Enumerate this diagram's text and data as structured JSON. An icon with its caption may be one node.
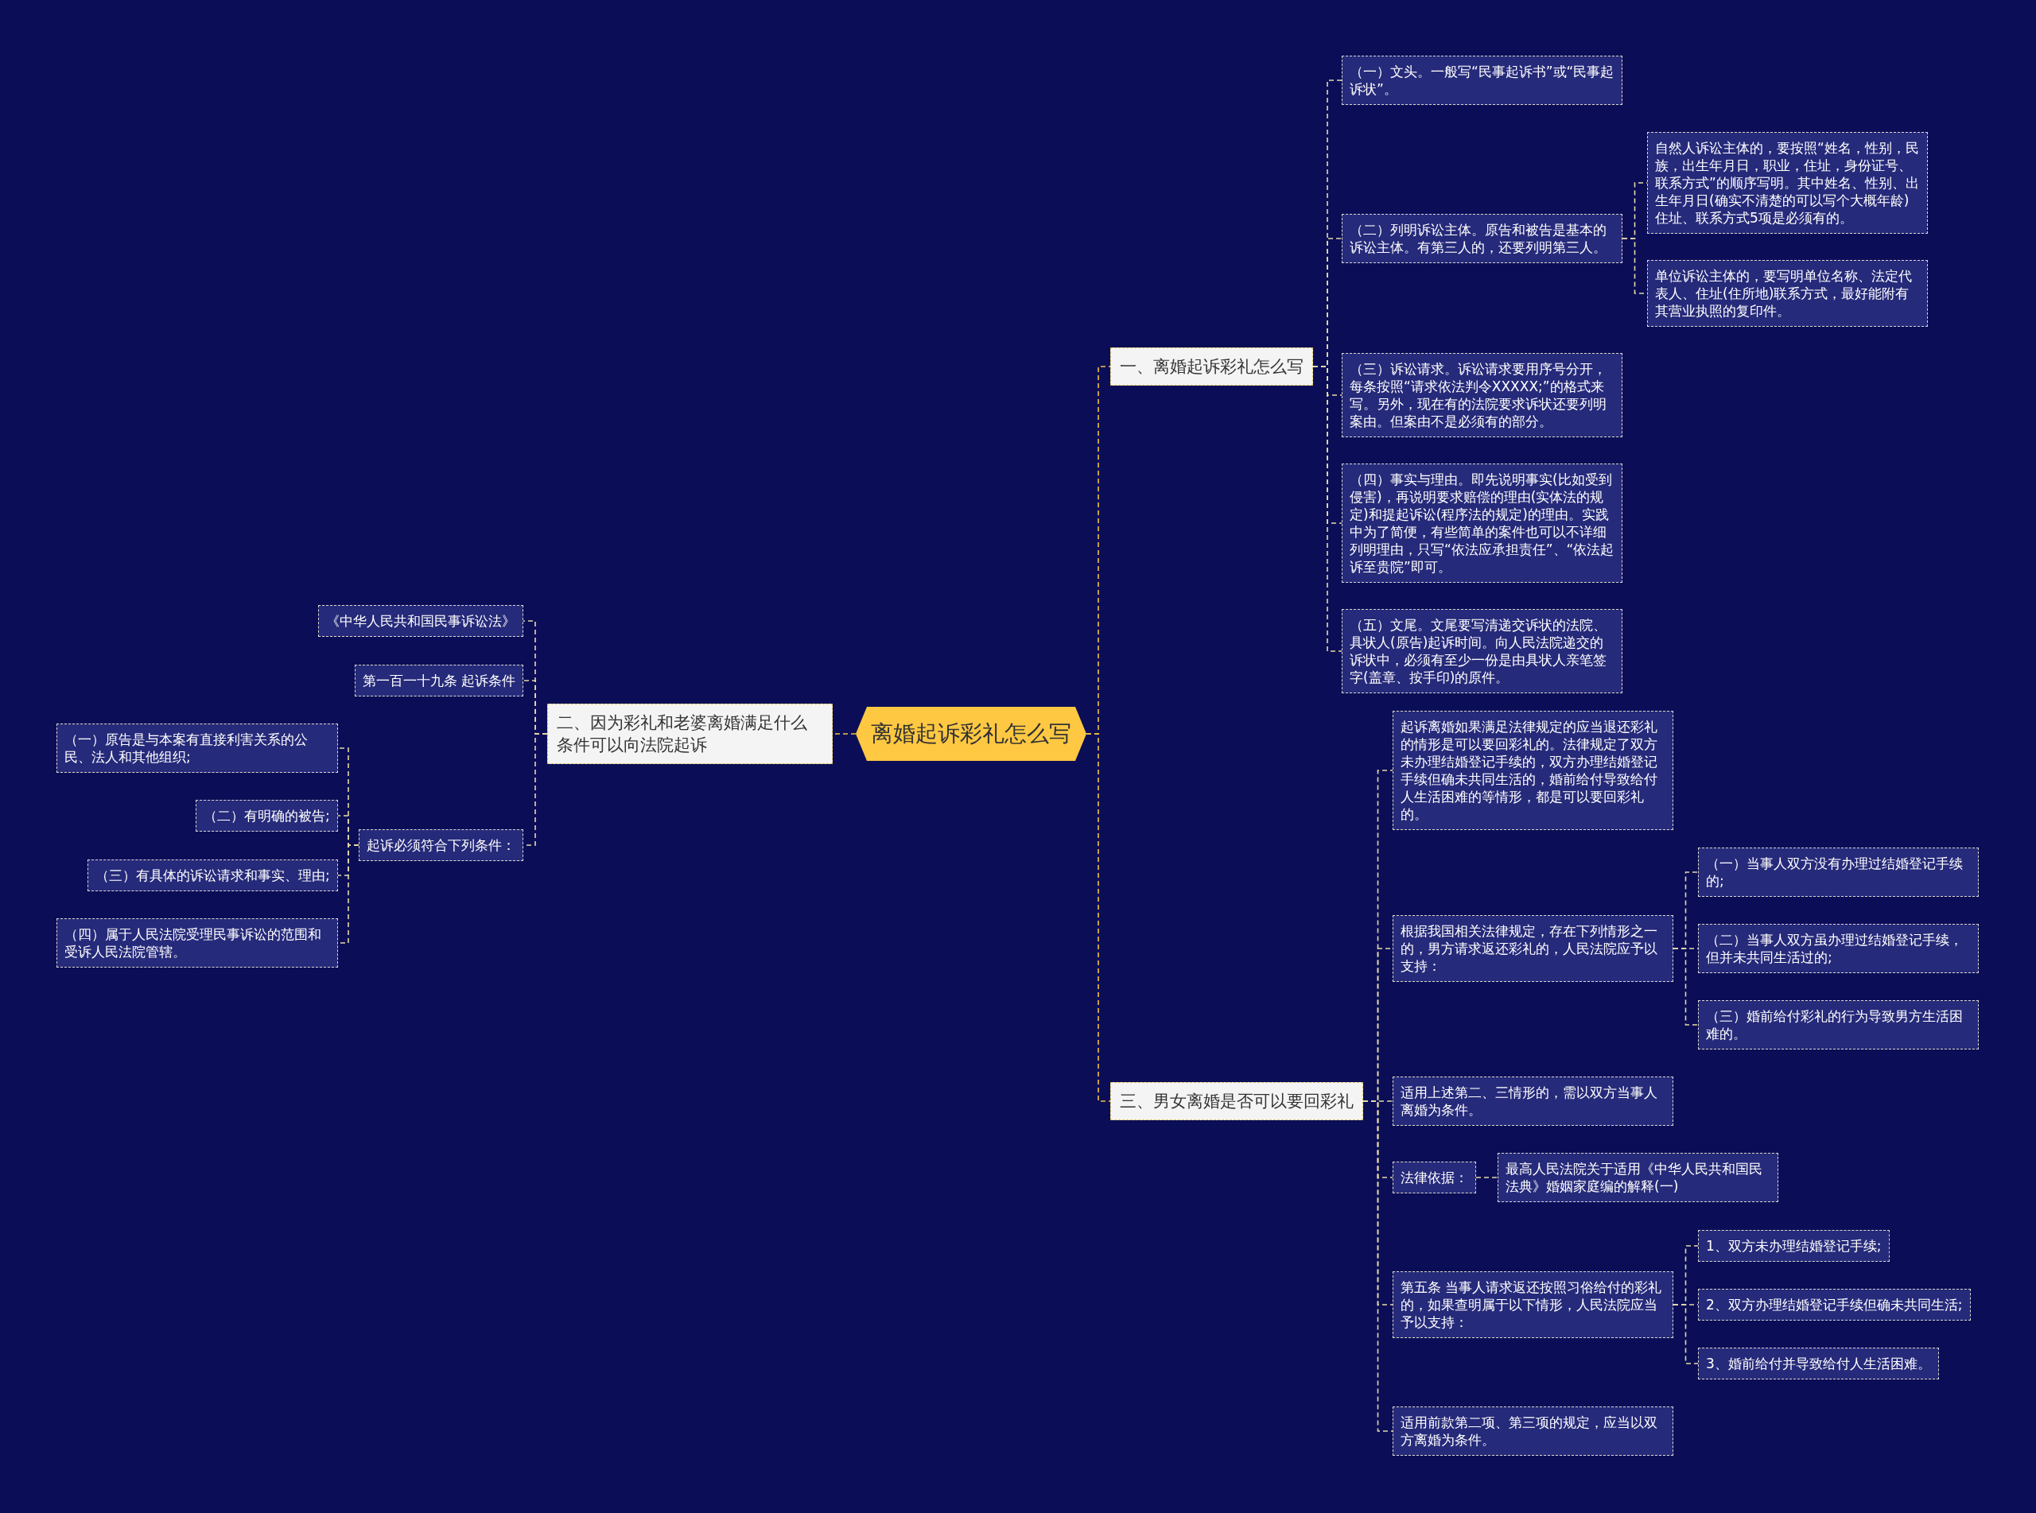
{
  "diagram": {
    "nodes": [
      {
        "text": [
          "离婚起诉彩礼怎么写"
        ]
      },
      {
        "text": [
          "一、离婚起诉彩礼怎么写"
        ]
      },
      {
        "text": [
          "（一）文头。一般写“民事起诉书”或“民事起诉状”。"
        ]
      },
      {
        "text": [
          "（二）列明诉讼主体。原告和被告是基本的诉讼主体。有第三人的，还要列明第三人。"
        ]
      },
      {
        "text": [
          "自然人诉讼主体的，要按照“姓名，性别，民族，出生年月日，职业，住址，身份证号、联系方式”的顺序写明。其中姓名、性别、出生年月日(确实不清楚的可以写个大概年龄)住址、联系方式5项是必须有的。"
        ]
      },
      {
        "text": [
          "单位诉讼主体的，要写明单位名称、法定代表人、住址(住所地)联系方式，最好能附有其营业执照的复印件。"
        ]
      },
      {
        "text": [
          "（三）诉讼请求。诉讼请求要用序号分开，每条按照“请求依法判令XXXXX;”的格式来写。另外，现在有的法院要求诉状还要列明案由。但案由不是必须有的部分。"
        ]
      },
      {
        "text": [
          "（四）事实与理由。即先说明事实(比如受到侵害)，再说明要求赔偿的理由(实体法的规定)和提起诉讼(程序法的规定)的理由。实践中为了简便，有些简单的案件也可以不详细列明理由，只写“依法应承担责任”、“依法起诉至贵院”即可。"
        ]
      },
      {
        "text": [
          "（五）文尾。文尾要写清递交诉状的法院、具状人(原告)起诉时间。向人民法院递交的诉状中，必须有至少一份是由具状人亲笔签字(盖章、按手印)的原件。"
        ]
      },
      {
        "text": [
          "二、因为彩礼和老婆离婚满足什么条件可以向法院起诉"
        ]
      },
      {
        "text": [
          "《中华人民共和国民事诉讼法》"
        ]
      },
      {
        "text": [
          "第一百一十九条 起诉条件"
        ]
      },
      {
        "text": [
          "起诉必须符合下列条件："
        ]
      },
      {
        "text": [
          "（一）原告是与本案有直接利害关系的公民、法人和其他组织;"
        ]
      },
      {
        "text": [
          "（二）有明确的被告;"
        ]
      },
      {
        "text": [
          "（三）有具体的诉讼请求和事实、理由;"
        ]
      },
      {
        "text": [
          "（四）属于人民法院受理民事诉讼的范围和受诉人民法院管辖。"
        ]
      },
      {
        "text": [
          "三、男女离婚是否可以要回彩礼"
        ]
      },
      {
        "text": [
          "起诉离婚如果满足法律规定的应当退还彩礼的情形是可以要回彩礼的。法律规定了双方未办理结婚登记手续的，双方办理结婚登记手续但确未共同生活的，婚前给付导致给付人生活困难的等情形，都是可以要回彩礼的。"
        ]
      },
      {
        "text": [
          "根据我国相关法律规定，存在下列情形之一的，男方请求返还彩礼的，人民法院应予以支持："
        ]
      },
      {
        "text": [
          "（一）当事人双方没有办理过结婚登记手续的;"
        ]
      },
      {
        "text": [
          "（二）当事人双方虽办理过结婚登记手续，但并未共同生活过的;"
        ]
      },
      {
        "text": [
          "（三）婚前给付彩礼的行为导致男方生活困难的。"
        ]
      },
      {
        "text": [
          "适用上述第二、三情形的，需以双方当事人离婚为条件。"
        ]
      },
      {
        "text": [
          "法律依据："
        ]
      },
      {
        "text": [
          "最高人民法院关于适用《中华人民共和国民法典》婚姻家庭编的解释(一)"
        ]
      },
      {
        "text": [
          "第五条 当事人请求返还按照习俗给付的彩礼的，如果查明属于以下情形，人民法院应当予以支持："
        ]
      },
      {
        "text": [
          "1、双方未办理结婚登记手续;"
        ]
      },
      {
        "text": [
          "2、双方办理结婚登记手续但确未共同生活;"
        ]
      },
      {
        "text": [
          "3、婚前给付并导致给付人生活困难。"
        ]
      },
      {
        "text": [
          "适用前款第二项、第三项的规定，应当以双方离婚为条件。"
        ]
      }
    ],
    "edges": [
      {
        "from": 0,
        "to": 1,
        "arrow": "none",
        "color": "#f5c242"
      },
      {
        "from": 1,
        "to": 2,
        "arrow": "none"
      },
      {
        "from": 1,
        "to": 3,
        "arrow": "none"
      },
      {
        "from": 3,
        "to": 4,
        "arrow": "none"
      },
      {
        "from": 3,
        "to": 5,
        "arrow": "none"
      },
      {
        "from": 1,
        "to": 6,
        "arrow": "none"
      },
      {
        "from": 1,
        "to": 7,
        "arrow": "none"
      },
      {
        "from": 1,
        "to": 8,
        "arrow": "none"
      },
      {
        "from": 0,
        "to": 9,
        "arrow": "none",
        "color": "#f5c242"
      },
      {
        "from": 9,
        "to": 10,
        "arrow": "none"
      },
      {
        "from": 9,
        "to": 11,
        "arrow": "none"
      },
      {
        "from": 9,
        "to": 12,
        "arrow": "none"
      },
      {
        "from": 12,
        "to": 13,
        "arrow": "none"
      },
      {
        "from": 12,
        "to": 14,
        "arrow": "none"
      },
      {
        "from": 12,
        "to": 15,
        "arrow": "none"
      },
      {
        "from": 12,
        "to": 16,
        "arrow": "none"
      },
      {
        "from": 0,
        "to": 17,
        "arrow": "none",
        "color": "#f5c242"
      },
      {
        "from": 17,
        "to": 18,
        "arrow": "none"
      },
      {
        "from": 17,
        "to": 19,
        "arrow": "none"
      },
      {
        "from": 19,
        "to": 20,
        "arrow": "none"
      },
      {
        "from": 19,
        "to": 21,
        "arrow": "none"
      },
      {
        "from": 19,
        "to": 22,
        "arrow": "none"
      },
      {
        "from": 17,
        "to": 23,
        "arrow": "none"
      },
      {
        "from": 17,
        "to": 24,
        "arrow": "none"
      },
      {
        "from": 24,
        "to": 25,
        "arrow": "none"
      },
      {
        "from": 17,
        "to": 26,
        "arrow": "none"
      },
      {
        "from": 26,
        "to": 27,
        "arrow": "none"
      },
      {
        "from": 26,
        "to": 28,
        "arrow": "none"
      },
      {
        "from": 26,
        "to": 29,
        "arrow": "none"
      },
      {
        "from": 17,
        "to": 30,
        "arrow": "none"
      }
    ]
  }
}
